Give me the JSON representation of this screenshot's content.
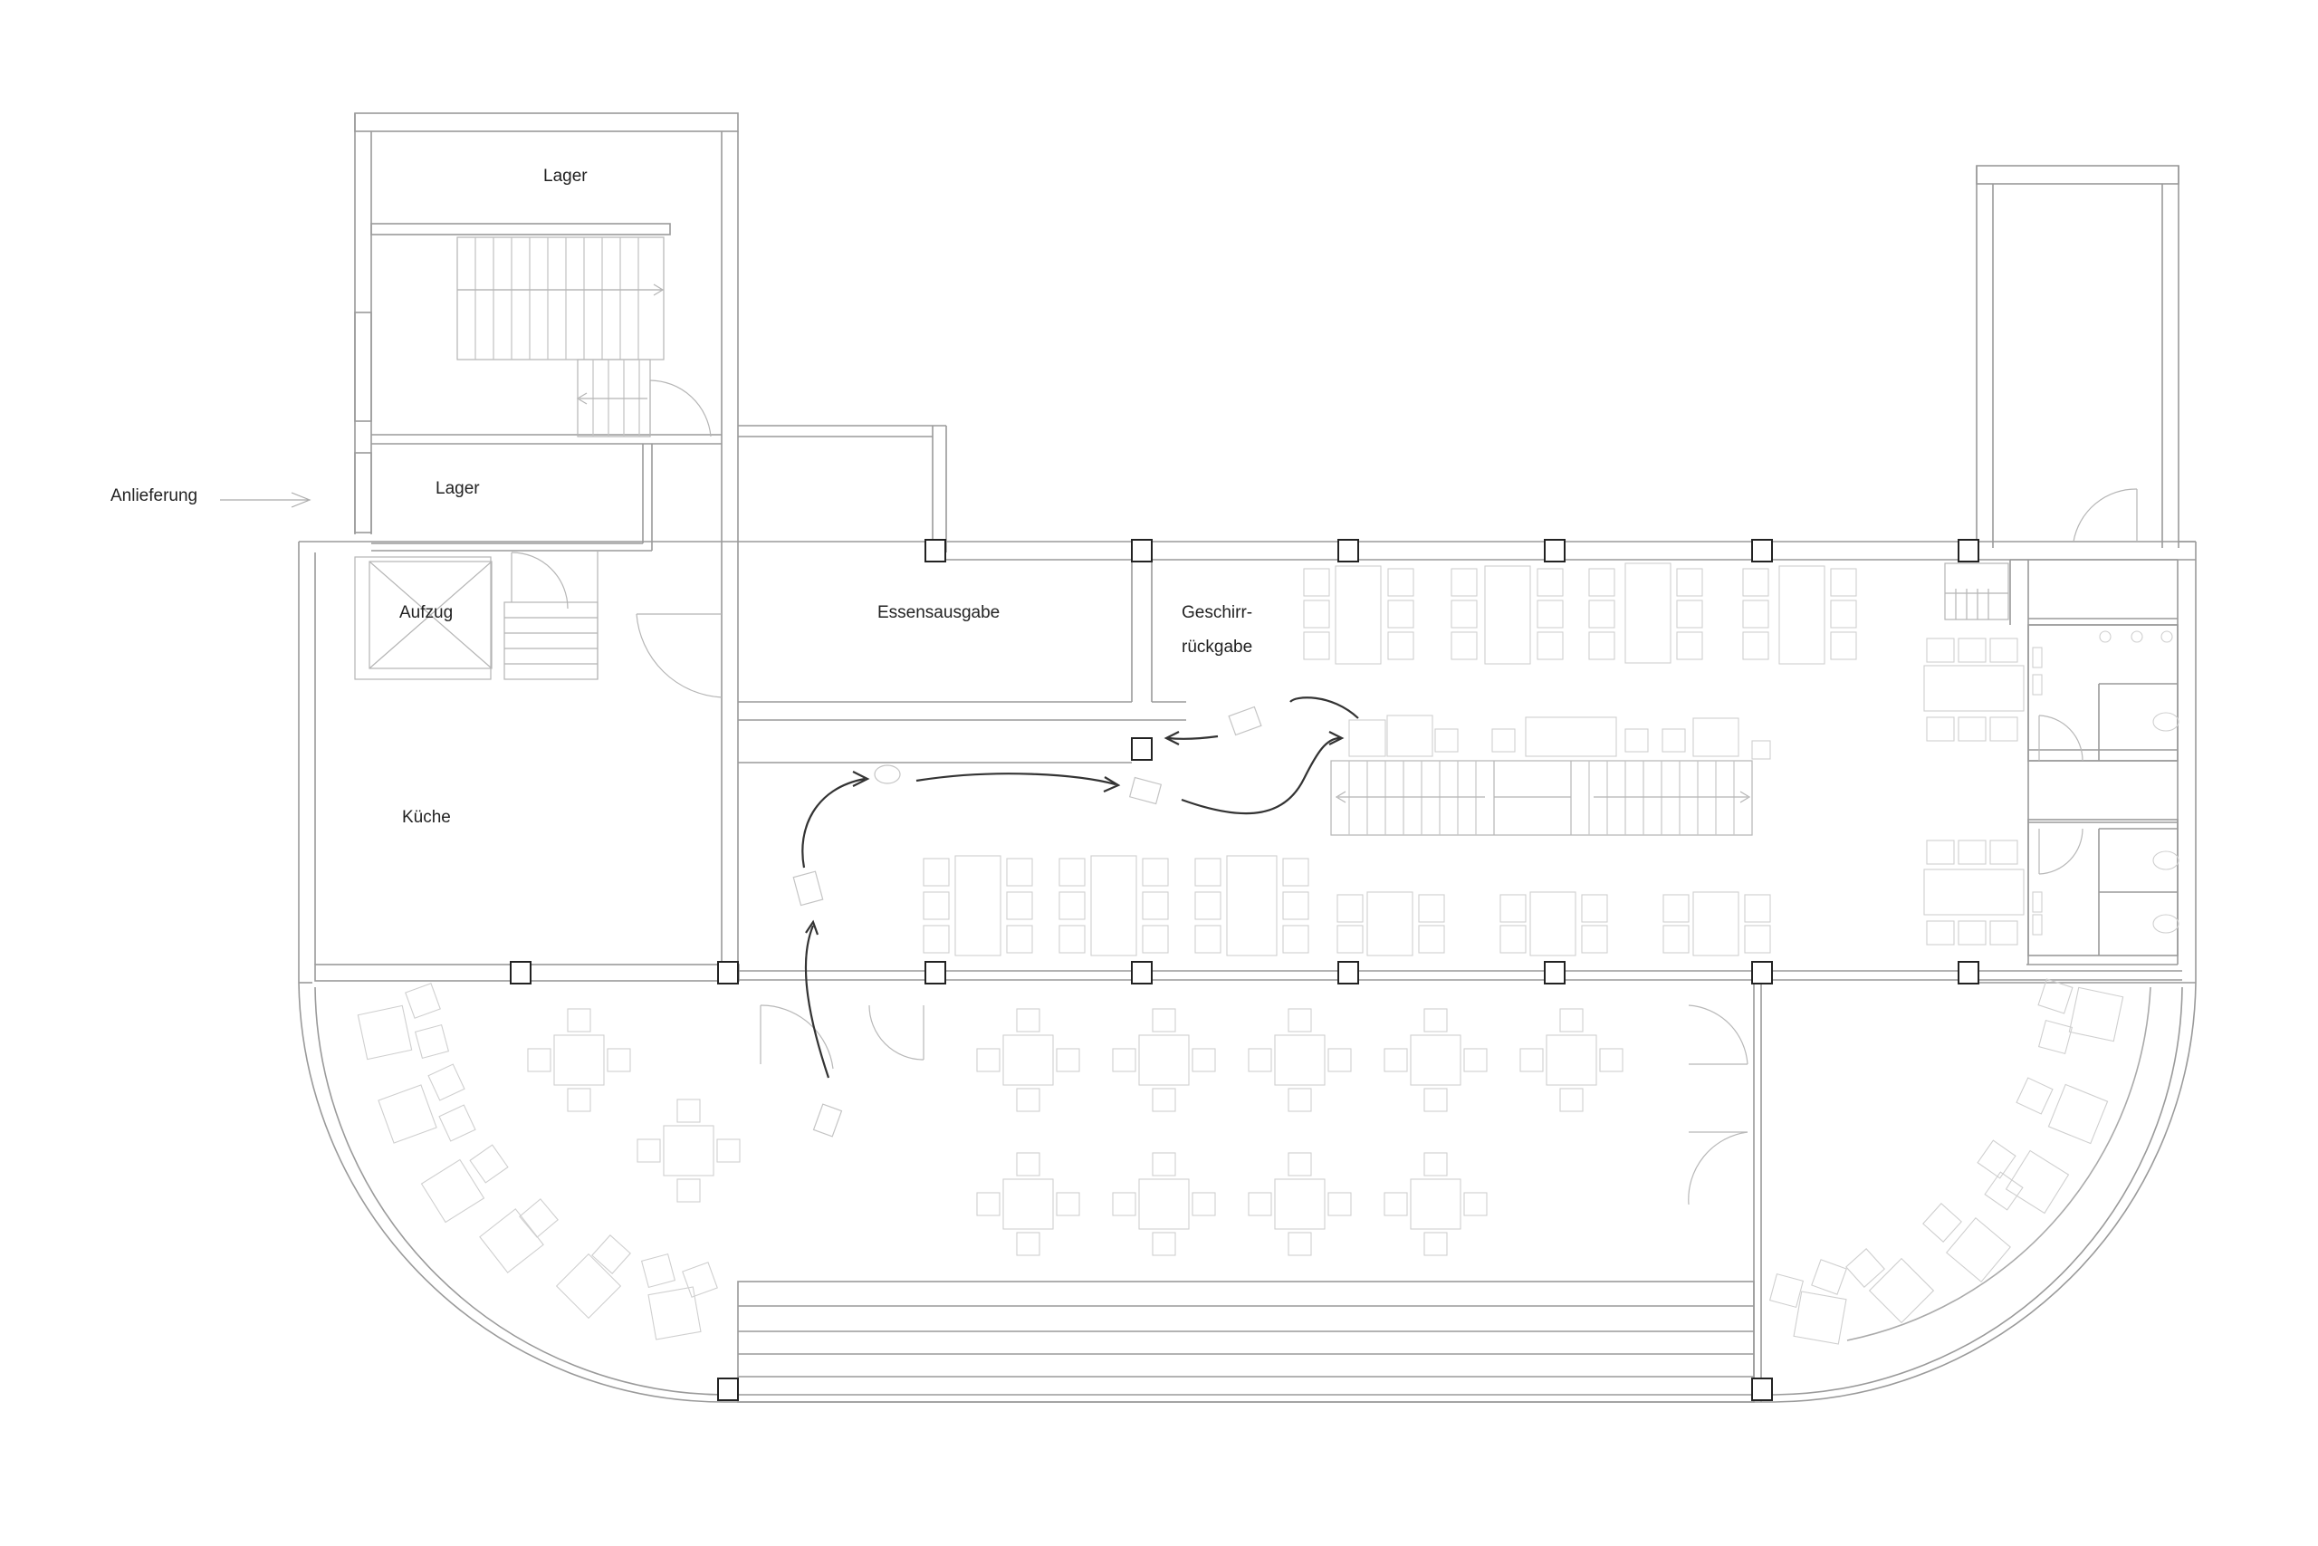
{
  "labels": {
    "lager_top": "Lager",
    "lager_small": "Lager",
    "anlieferung": "Anlieferung",
    "aufzug": "Aufzug",
    "kueche": "Küche",
    "essensausgabe": "Essensausgabe",
    "geschirr_line1": "Geschirr-",
    "geschirr_line2": "rückgabe"
  },
  "colors": {
    "wall": "#9a9a9a",
    "furniture": "#cfcfcf",
    "column": "#222222",
    "path": "#333333",
    "text": "#222222"
  }
}
